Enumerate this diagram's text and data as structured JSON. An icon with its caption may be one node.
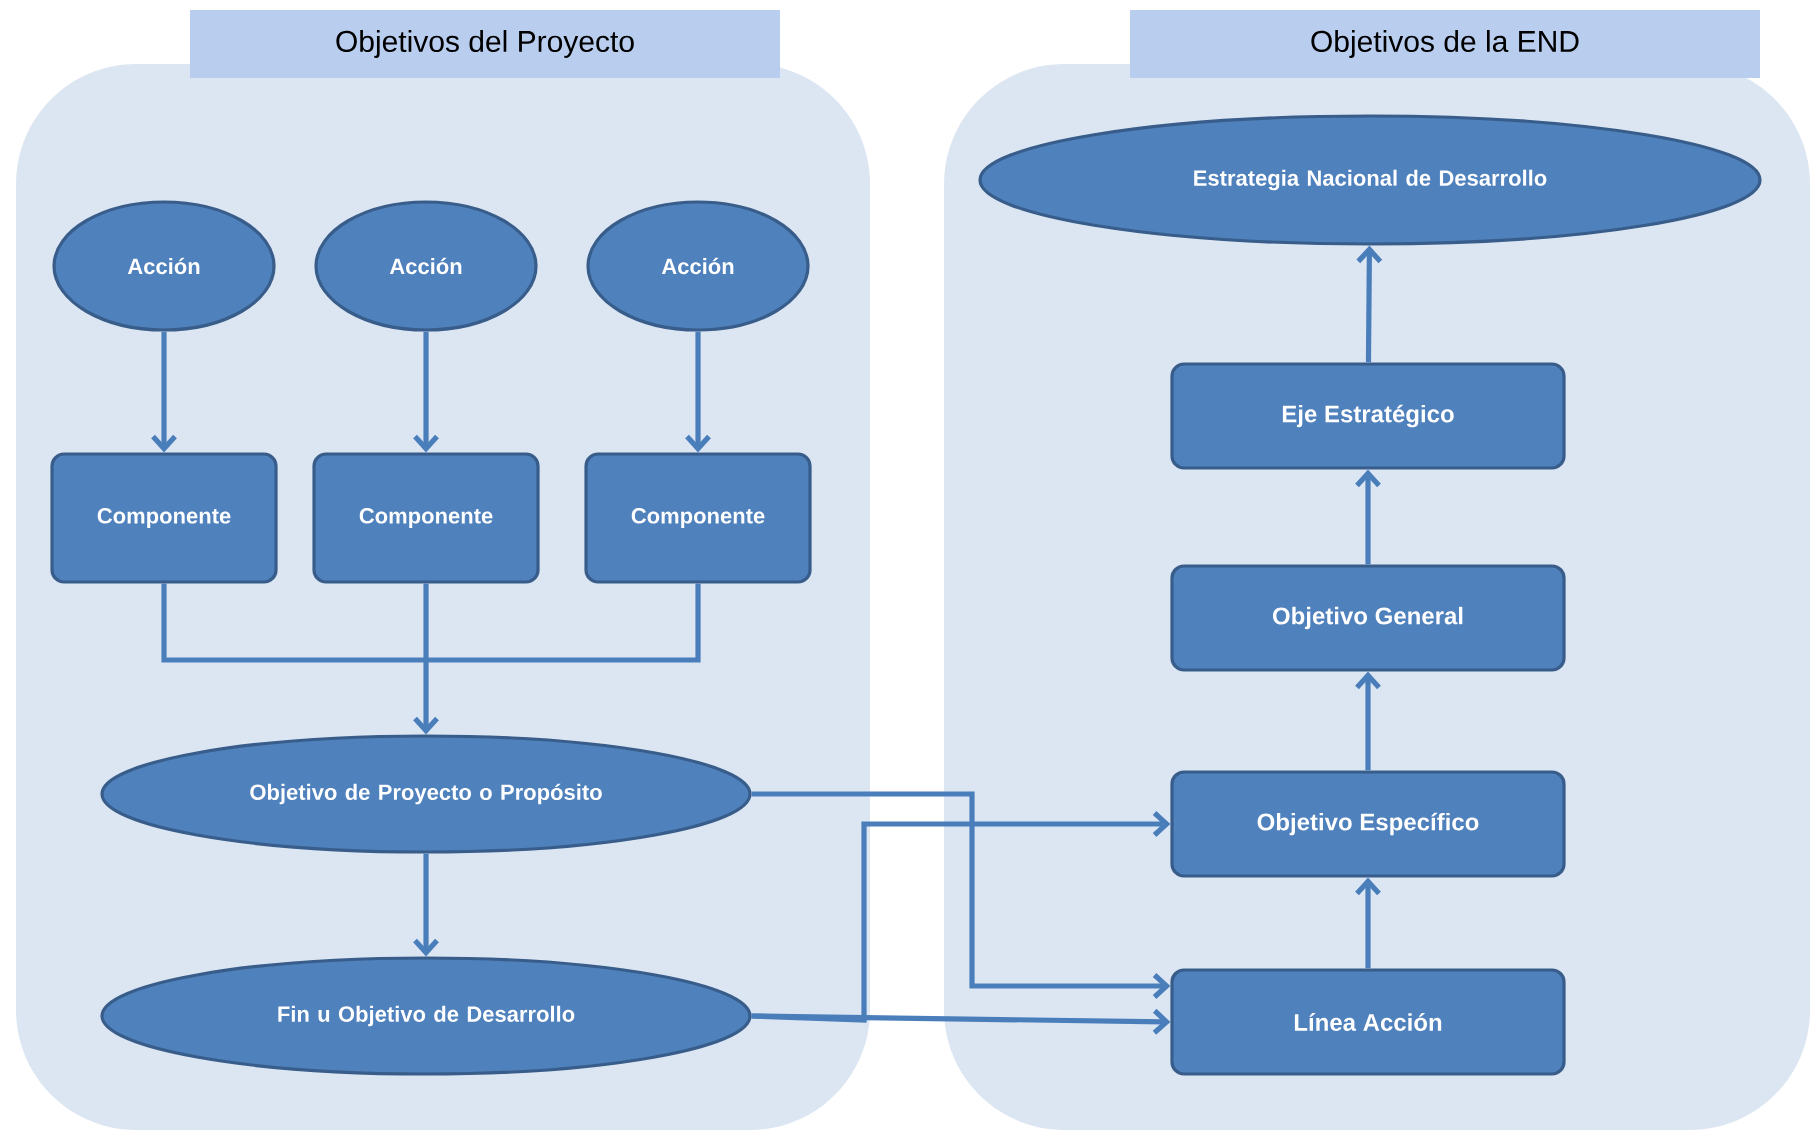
{
  "diagram": {
    "nodes": [
      {
        "text": [
          "Objetivos del Proyecto"
        ]
      },
      {
        "text": [
          "Objetivos de la END"
        ]
      },
      {
        "text": [
          "Acción"
        ],
        "in": 0
      },
      {
        "text": [
          "Acción"
        ],
        "in": 0
      },
      {
        "text": [
          "Acción"
        ],
        "in": 0
      },
      {
        "text": [
          "Componente"
        ],
        "in": 0
      },
      {
        "text": [
          "Componente"
        ],
        "in": 0
      },
      {
        "text": [
          "Componente"
        ],
        "in": 0
      },
      {
        "text": [
          "Objetivo de Proyecto o Propósito"
        ],
        "in": 0
      },
      {
        "text": [
          "Fin u Objetivo de Desarrollo"
        ],
        "in": 0
      },
      {
        "text": [
          "Estrategia Nacional de Desarrollo"
        ],
        "in": 1
      },
      {
        "text": [
          "Eje Estratégico"
        ],
        "in": 1
      },
      {
        "text": [
          "Objetivo General"
        ],
        "in": 1
      },
      {
        "text": [
          "Objetivo Específico"
        ],
        "in": 1
      },
      {
        "text": [
          "Línea Acción"
        ],
        "in": 1
      }
    ],
    "edges": [
      {
        "from": 2,
        "to": 5,
        "arrow": "to"
      },
      {
        "from": 3,
        "to": 6,
        "arrow": "to"
      },
      {
        "from": 4,
        "to": 7,
        "arrow": "to"
      },
      {
        "from": 5,
        "to": 8,
        "arrow": "to"
      },
      {
        "from": 6,
        "to": 8,
        "arrow": "to"
      },
      {
        "from": 7,
        "to": 8,
        "arrow": "to"
      },
      {
        "from": 8,
        "to": 9,
        "arrow": "to"
      },
      {
        "from": 8,
        "to": 14,
        "arrow": "to"
      },
      {
        "from": 9,
        "to": 13,
        "arrow": "to"
      },
      {
        "from": 9,
        "to": 14,
        "arrow": "to"
      },
      {
        "from": 14,
        "to": 13,
        "arrow": "to"
      },
      {
        "from": 13,
        "to": 12,
        "arrow": "to"
      },
      {
        "from": 12,
        "to": 11,
        "arrow": "to"
      },
      {
        "from": 11,
        "to": 10,
        "arrow": "to"
      }
    ]
  }
}
